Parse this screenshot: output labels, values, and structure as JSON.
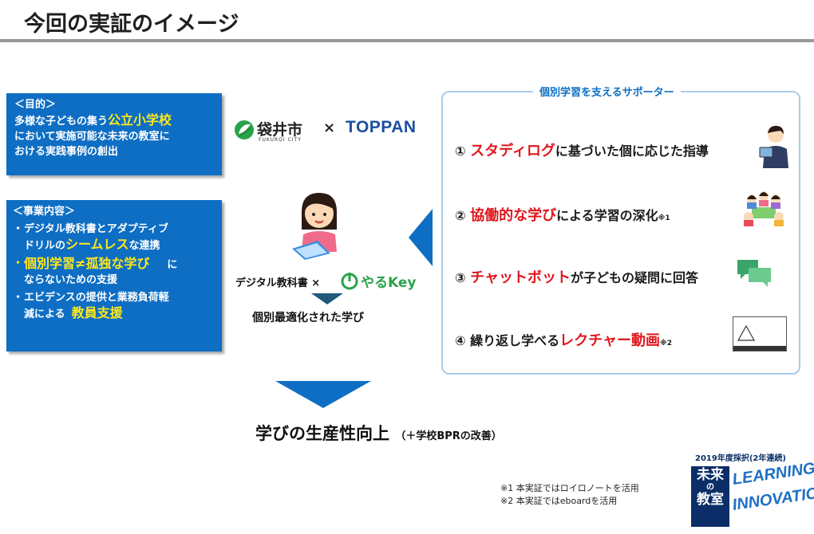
{
  "header": {
    "title": "今回の実証のイメージ"
  },
  "purpose": {
    "heading": "＜目的＞",
    "line1_prefix": "多様な子どもの集う",
    "line1_highlight": "公立小学校",
    "line2": "において実施可能な未来の教室に",
    "line3": "おける実践事例の創出"
  },
  "business": {
    "heading": "＜事業内容＞",
    "item1_line1": "デジタル教科書とアダプティブ",
    "item1_prefix": "ドリルの",
    "item1_highlight": "シームレス",
    "item1_suffix": "な連携",
    "item2_highlight": "個別学習≠孤独な学び",
    "item2_suffix": "に",
    "item2_line2": "ならないための支援",
    "item3_line1": "エビデンスの提供と業務負荷軽",
    "item3_prefix": "減による",
    "item3_highlight": "教員支援"
  },
  "bullet": "・",
  "logos": {
    "fukuroi_name": "袋井市",
    "fukuroi_sub": "FUKUROI CITY",
    "cross": "×",
    "toppan": "TOPPAN",
    "yarukey": "やるKey"
  },
  "middle": {
    "digital_textbook": "デジタル教科書 ×",
    "optimized": "個別最適化された学び"
  },
  "supporter": {
    "title": "個別学習を支えるサポーター",
    "item1_num": "①",
    "item1_red": "スタディログ",
    "item1_rest": "に基づいた個に応じた指導",
    "item2_num": "②",
    "item2_red": "協働的な学び",
    "item2_rest": "による学習の深化",
    "item2_note": "※1",
    "item3_num": "③",
    "item3_red": "チャットボット",
    "item3_rest": "が子どもの疑問に回答",
    "item4_num": "④",
    "item4_rest": "繰り返し学べる",
    "item4_red": "レクチャー動画",
    "item4_note": "※2"
  },
  "result": {
    "main": "学びの生産性向上",
    "sub": "（＋学校BPRの改善）"
  },
  "notes": {
    "note1": "※1 本実証ではロイロノートを活用",
    "note2": "※2 本実証ではeboardを活用"
  },
  "badge": {
    "year": "2019年度採択(2年連続)",
    "mirai": "未来",
    "no": "の",
    "kyoshitsu": "教室",
    "learning": "LEARNING",
    "innovation": "INNOVATION"
  },
  "colors": {
    "blue_box": "#0e6ec4",
    "highlight_yellow": "#ffe81a",
    "accent_red": "#e0161d",
    "panel_border": "#a9cbea",
    "toppan_blue": "#1d4fa0",
    "yarukey_green": "#2aa24a"
  }
}
